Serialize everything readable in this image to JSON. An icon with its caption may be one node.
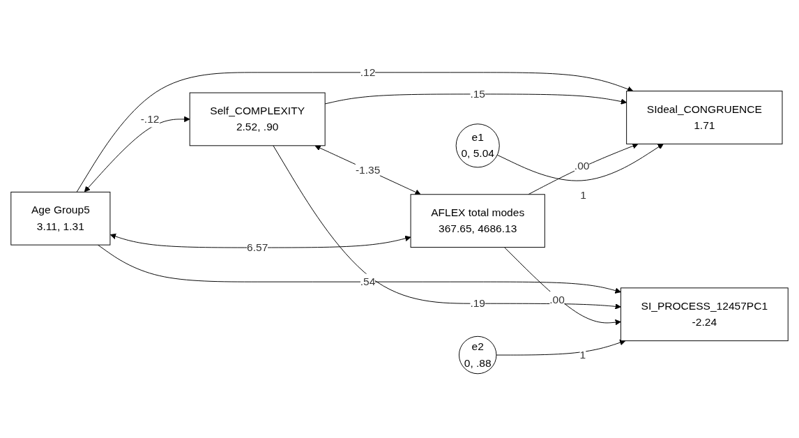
{
  "diagram": {
    "nodes": [
      {
        "text": [
          "Age Group5",
          "3.11, 1.31"
        ]
      },
      {
        "text": [
          "e1",
          "0, 5.04"
        ]
      },
      {
        "text": [
          "SIdeal_CONGRUENCE",
          "1.71"
        ]
      },
      {
        "text": [
          "Self_COMPLEXITY",
          "2.52, .90"
        ]
      },
      {
        "text": [
          "e2",
          "0, .88"
        ]
      },
      {
        "text": [
          "SI_PROCESS_12457PC1",
          "-2.24"
        ]
      },
      {
        "text": [
          "AFLEX total modes",
          "367.65, 4686.13"
        ]
      }
    ],
    "edges": [
      {
        "from": 0,
        "to": 2,
        "arrow": "to",
        "label": ".12"
      },
      {
        "from": 0,
        "to": 5,
        "arrow": "to",
        "label": ".54"
      },
      {
        "from": 3,
        "to": 2,
        "arrow": "to",
        "label": ".15"
      },
      {
        "from": 3,
        "to": 5,
        "arrow": "to",
        "label": ".19"
      },
      {
        "from": 6,
        "to": 2,
        "arrow": "to",
        "label": ".00"
      },
      {
        "from": 6,
        "to": 5,
        "arrow": "to",
        "label": ".00"
      },
      {
        "from": 1,
        "to": 2,
        "arrow": "to",
        "label": "1"
      },
      {
        "from": 4,
        "to": 5,
        "arrow": "to",
        "label": "1"
      },
      {
        "from": 0,
        "to": 3,
        "arrow": "both",
        "label": "-.12"
      },
      {
        "from": 3,
        "to": 6,
        "arrow": "both",
        "label": "-1.35"
      },
      {
        "from": 0,
        "to": 6,
        "arrow": "both",
        "label": "6.57"
      }
    ]
  }
}
